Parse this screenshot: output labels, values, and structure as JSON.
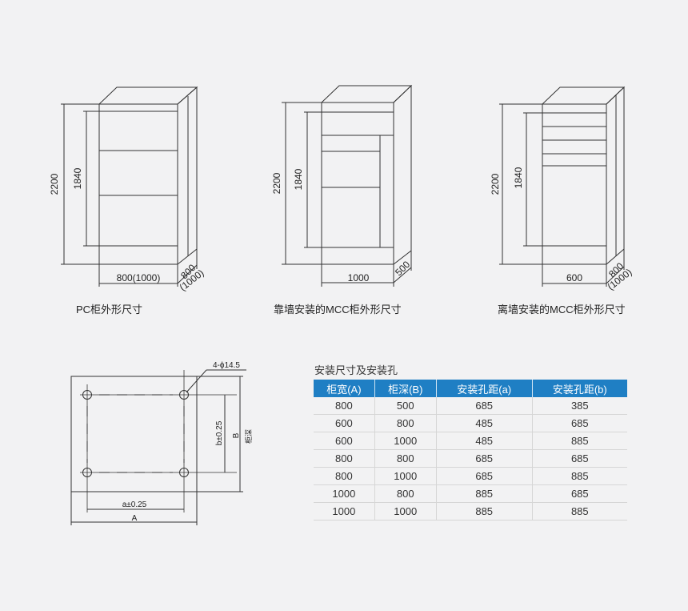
{
  "cabinets": [
    {
      "height_label": "2200",
      "inner_height_label": "1840",
      "width_label": "800(1000)",
      "depth_label": "800",
      "depth_alt_label": "(1000)",
      "caption": "PC柜外形尺寸"
    },
    {
      "height_label": "2200",
      "inner_height_label": "1840",
      "width_label": "1000",
      "depth_label": "500",
      "depth_alt_label": "",
      "caption": "靠墙安装的MCC柜外形尺寸"
    },
    {
      "height_label": "2200",
      "inner_height_label": "1840",
      "width_label": "600",
      "depth_label": "800",
      "depth_alt_label": "(1000)",
      "caption": "离墙安装的MCC柜外形尺寸"
    }
  ],
  "mounting": {
    "hole_label": "4-ϕ14.5",
    "b_tol_label": "b±0.25",
    "B_label": "B",
    "depth_text": "柜深",
    "a_tol_label": "a±0.25",
    "A_label": "A"
  },
  "table": {
    "title": "安装尺寸及安装孔",
    "headers": [
      "柜宽(A)",
      "柜深(B)",
      "安装孔距(a)",
      "安装孔距(b)"
    ],
    "rows": [
      [
        "800",
        "500",
        "685",
        "385"
      ],
      [
        "600",
        "800",
        "485",
        "685"
      ],
      [
        "600",
        "1000",
        "485",
        "885"
      ],
      [
        "800",
        "800",
        "685",
        "685"
      ],
      [
        "800",
        "1000",
        "685",
        "885"
      ],
      [
        "1000",
        "800",
        "885",
        "685"
      ],
      [
        "1000",
        "1000",
        "885",
        "885"
      ]
    ],
    "header_color": "#1f7fc4"
  }
}
